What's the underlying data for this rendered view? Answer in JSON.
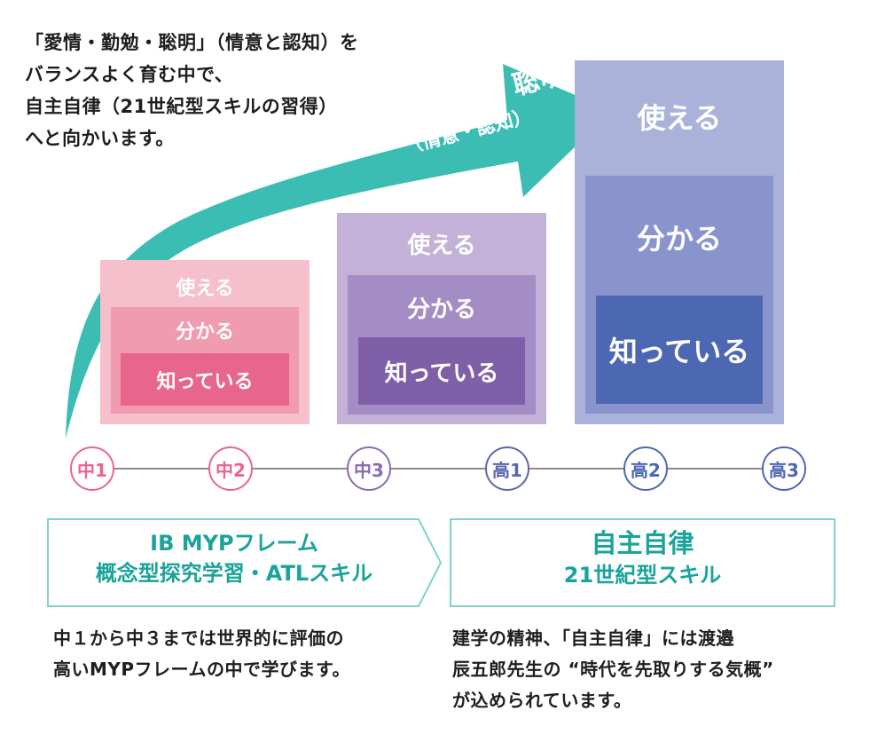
{
  "intro": {
    "lines": [
      "「愛情・勤勉・聡明」（情意と認知）を",
      "バランスよく育む中で、",
      "自主自律（21世紀型スキルの習得）",
      "へと向かいます。"
    ]
  },
  "arrow": {
    "title": "愛情・勤勉・聡明",
    "subtitle": "（情意・認知）",
    "color": "#3bbdb3"
  },
  "stacks": [
    {
      "outer": "使える",
      "middle": "分かる",
      "inner": "知っている",
      "colors": {
        "outer": "#f5bfcc",
        "middle": "#f19bb1",
        "inner": "#e8668d"
      }
    },
    {
      "outer": "使える",
      "middle": "分かる",
      "inner": "知っている",
      "colors": {
        "outer": "#c4b1d8",
        "middle": "#a48cc5",
        "inner": "#7e5fa8"
      }
    },
    {
      "outer": "使える",
      "middle": "分かる",
      "inner": "知っている",
      "colors": {
        "outer": "#aab2da",
        "middle": "#8994cd",
        "inner": "#4d68b3"
      }
    }
  ],
  "timeline": {
    "nodes": [
      {
        "label": "中1",
        "color": "#e8668d"
      },
      {
        "label": "中2",
        "color": "#e8668d"
      },
      {
        "label": "中3",
        "color": "#8a6bb0"
      },
      {
        "label": "高1",
        "color": "#5a67b0"
      },
      {
        "label": "高2",
        "color": "#4d68b3"
      },
      {
        "label": "高3",
        "color": "#4d68b3"
      }
    ]
  },
  "panels": {
    "left": {
      "line1": "IB MYPフレーム",
      "line2": "概念型探究学習・ATLスキル",
      "color": "#1aa39a"
    },
    "right": {
      "line1": "自主自律",
      "line2": "21世紀型スキル",
      "color": "#1aa39a"
    }
  },
  "notes": {
    "left": [
      "中１から中３までは世界的に評価の",
      "高いMYPフレームの中で学びます。"
    ],
    "right": [
      "建学の精神、「自主自律」には渡邉",
      "辰五郎先生の “時代を先取りする気概”",
      "が込められています。"
    ]
  }
}
